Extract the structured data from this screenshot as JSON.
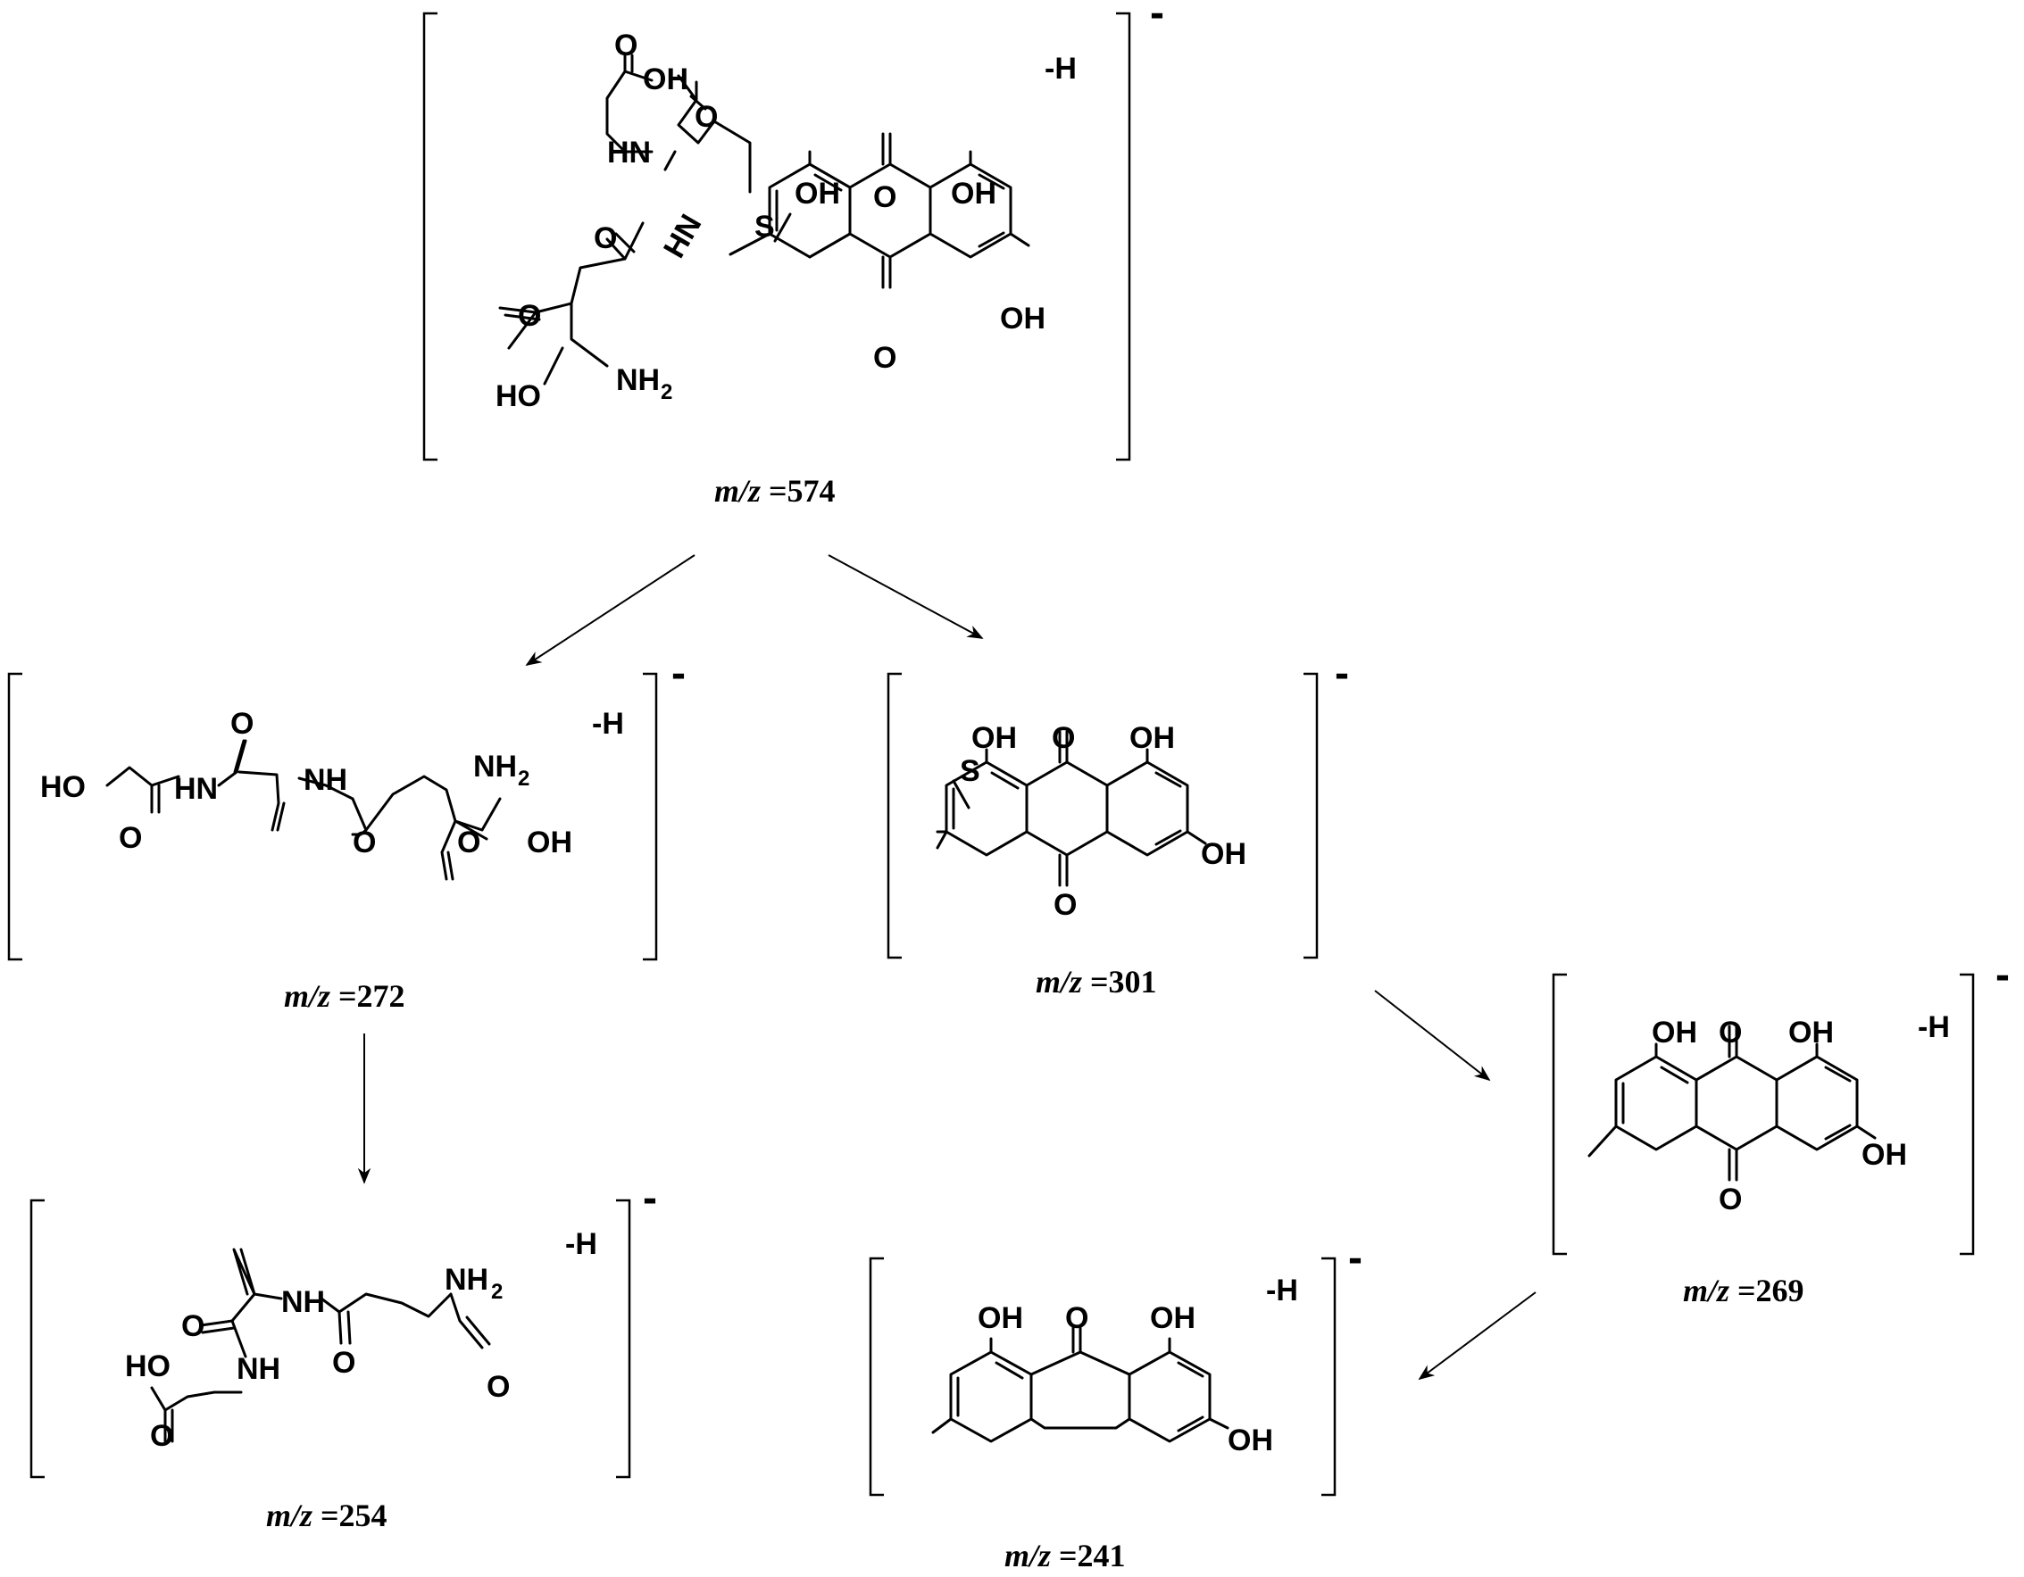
{
  "species": [
    {
      "id": "precursor",
      "mz_prefix": "m/z",
      "mz_value": "574",
      "charge": "-",
      "deprotonation": "-H",
      "atom_labels": [
        "OH",
        "O",
        "HN",
        "O",
        "HN",
        "S",
        "OH",
        "O",
        "OH",
        "O",
        "OH",
        "O",
        "HO",
        "NH",
        "2",
        "O"
      ]
    },
    {
      "id": "frag272",
      "mz_prefix": "m/z",
      "mz_value": "272",
      "charge": "-",
      "deprotonation": "-H",
      "atom_labels": [
        "O",
        "NH",
        "NH",
        "2",
        "HO",
        "HN",
        "O",
        "O",
        "O",
        "OH"
      ]
    },
    {
      "id": "frag301",
      "mz_prefix": "m/z",
      "mz_value": "301",
      "charge": "-",
      "deprotonation": "",
      "atom_labels": [
        "OH",
        "O",
        "OH",
        "S",
        "OH",
        "O"
      ]
    },
    {
      "id": "frag269",
      "mz_prefix": "m/z",
      "mz_value": "269",
      "charge": "-",
      "deprotonation": "-H",
      "atom_labels": [
        "OH",
        "O",
        "OH",
        "OH",
        "O"
      ]
    },
    {
      "id": "frag254",
      "mz_prefix": "m/z",
      "mz_value": "254",
      "charge": "-",
      "deprotonation": "-H",
      "atom_labels": [
        "NH",
        "NH",
        "2",
        "O",
        "HO",
        "NH",
        "O",
        "O",
        "O"
      ]
    },
    {
      "id": "frag241",
      "mz_prefix": "m/z",
      "mz_value": "241",
      "charge": "-",
      "deprotonation": "-H",
      "atom_labels": [
        "OH",
        "O",
        "OH",
        "OH"
      ]
    }
  ],
  "arrows": [
    {
      "from": "precursor",
      "to": "frag272"
    },
    {
      "from": "precursor",
      "to": "frag301"
    },
    {
      "from": "frag272",
      "to": "frag254"
    },
    {
      "from": "frag301",
      "to": "frag269"
    },
    {
      "from": "frag269",
      "to": "frag241"
    }
  ],
  "colors": {
    "ink": "#000000",
    "background": "#ffffff"
  }
}
